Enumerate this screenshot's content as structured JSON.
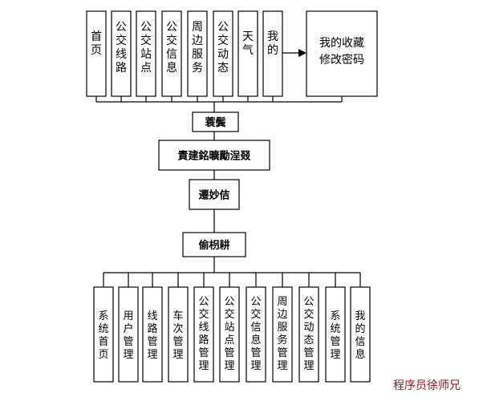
{
  "top_items": [
    {
      "label": "首页"
    },
    {
      "label": "公交线路"
    },
    {
      "label": "公交站点"
    },
    {
      "label": "公交信息"
    },
    {
      "label": "周边服务"
    },
    {
      "label": "公交动态"
    },
    {
      "label": "天气"
    },
    {
      "label": "我的"
    }
  ],
  "my_submenu": {
    "line1": "我的收藏",
    "line2": "修改密码"
  },
  "flow_nodes": [
    {
      "label": "蓑鬓"
    },
    {
      "label": "責建銘曠勵浧叕"
    },
    {
      "label": "遷妙佶"
    },
    {
      "label": "偷枴耕"
    }
  ],
  "bottom_items": [
    {
      "label": "系统首页"
    },
    {
      "label": "用户管理"
    },
    {
      "label": "线路管理"
    },
    {
      "label": "车次管理"
    },
    {
      "label": "公交线路管理"
    },
    {
      "label": "公交站点管理"
    },
    {
      "label": "公交信息管理"
    },
    {
      "label": "周边服务管理"
    },
    {
      "label": "公交动态管理"
    },
    {
      "label": "系统管理"
    },
    {
      "label": "我的信息"
    }
  ],
  "watermark": "程序员徐师兄"
}
